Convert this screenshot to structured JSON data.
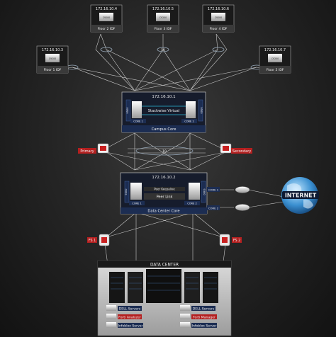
{
  "idf": [
    {
      "ip": "172.16.10.4",
      "model": "C9200",
      "name": "Floor 2 IDF"
    },
    {
      "ip": "172.16.10.5",
      "model": "C9200",
      "name": "Floor 3 IDF"
    },
    {
      "ip": "172.16.10.6",
      "model": "C9200",
      "name": "Floor 4 IDF"
    },
    {
      "ip": "172.16.10.3",
      "model": "C9200",
      "name": "Floor 1 IDF"
    },
    {
      "ip": "172.16.10.7",
      "model": "C9200",
      "name": "Floor 5 IDF"
    }
  ],
  "link_marks": {
    "uplink": "10",
    "core_fw": "10"
  },
  "campus_core": {
    "ip": "172.16.10.1",
    "side_label": "9500",
    "core1": "CORE 1",
    "core2": "CORE 2",
    "stack": "Stackwise Virtual",
    "title": "Campus Core"
  },
  "firewalls": {
    "primary": "Primary",
    "secondary": "Secondary"
  },
  "dc_core": {
    "ip": "172.16.10.2",
    "side_label": "9300",
    "core1": "CORE 1",
    "core2": "CORE 2",
    "keepalive": "Peer Keepalive",
    "peer_link": "Peer Link",
    "title": "Data Center Core"
  },
  "routers": {
    "r1": "CORE 1",
    "r2": "CORE 2"
  },
  "internet": "INTERNET",
  "fs": {
    "left": "FS 1",
    "right": "FS 2"
  },
  "data_center": {
    "title": "DATA CENTER",
    "left": [
      "DELL Servers",
      "Forti Analyzer",
      "Infoblox Server"
    ],
    "right": [
      "DELL Servers",
      "Forti Manager",
      "Infoblox Server"
    ]
  },
  "colors": {
    "accent_blue": "#1c2d52",
    "firewall_red": "#b42020",
    "cyan_link": "#2ab8d8"
  }
}
